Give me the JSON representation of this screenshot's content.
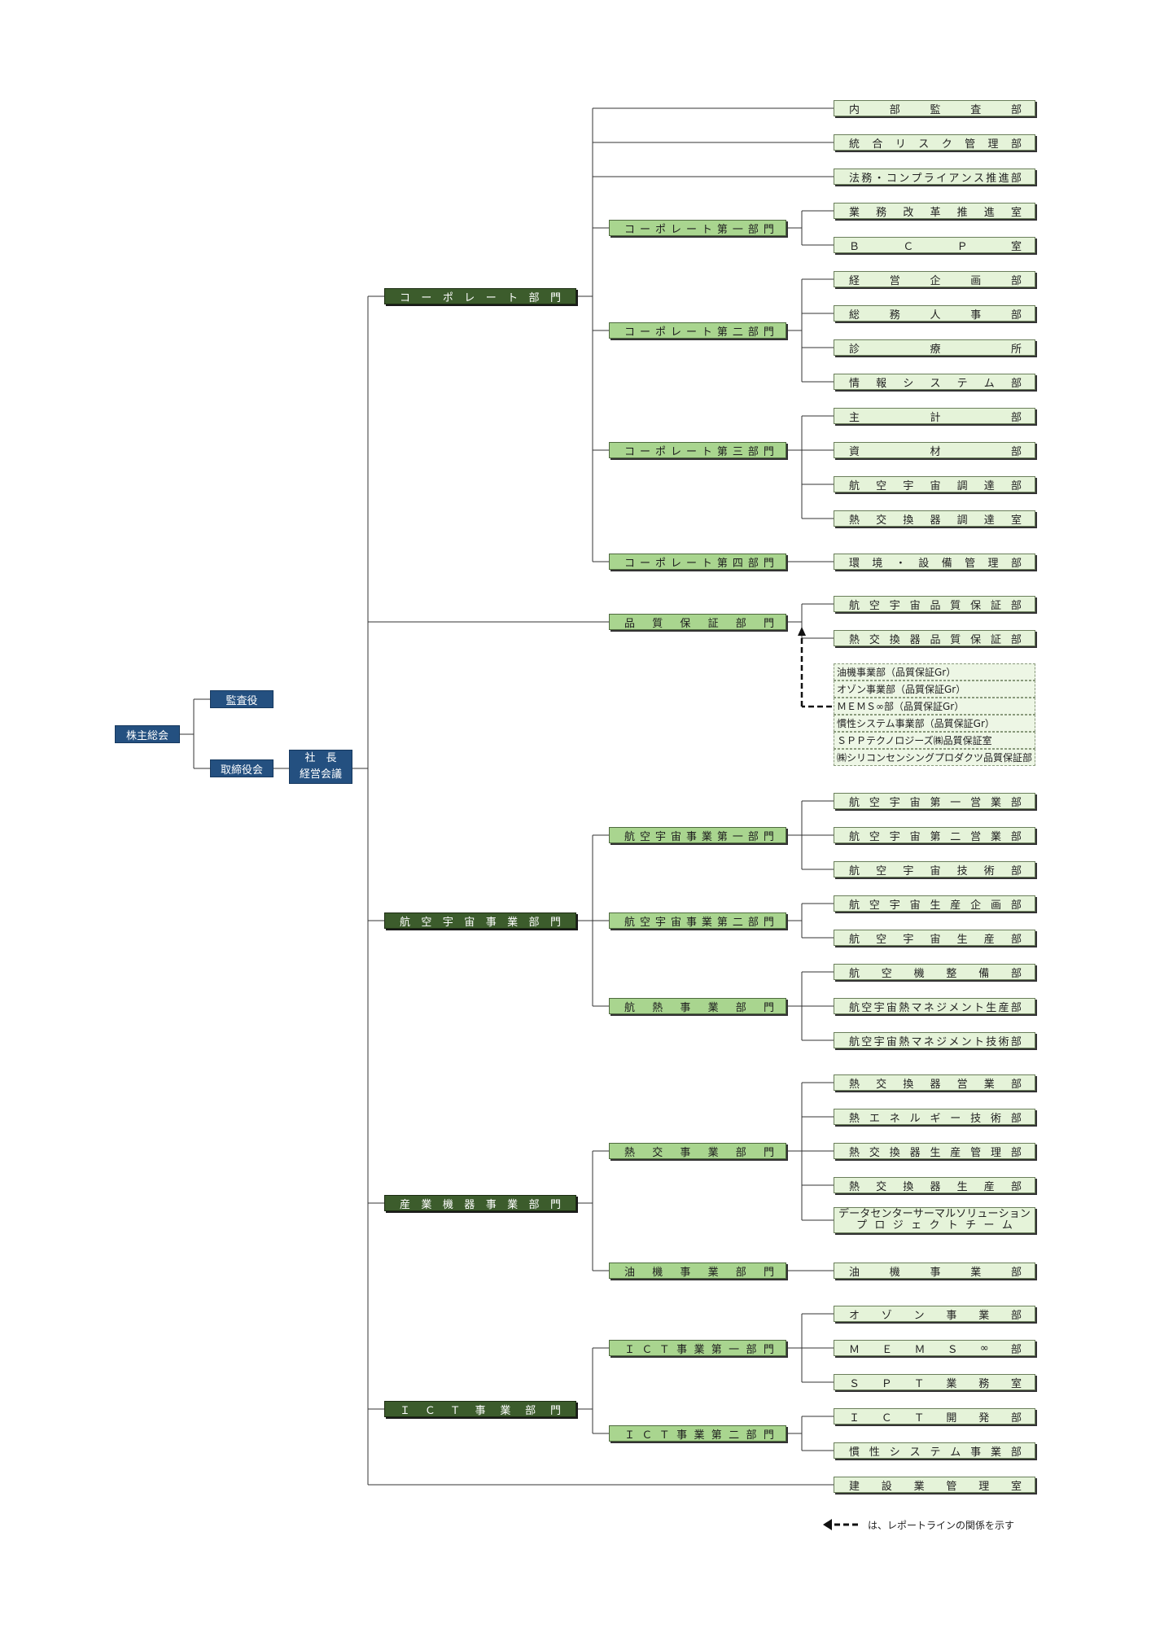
{
  "shareholders": "株主総会",
  "auditor": "監査役",
  "board": "取締役会",
  "president": {
    "line1": "社　長",
    "line2": "経営会議"
  },
  "divisions": {
    "corporate": "コーポレート部門",
    "qa": "品質保証部門",
    "aerospace": "航空宇宙事業部門",
    "industrial": "産業機器事業部門",
    "ict": "ＩＣＴ事業部門"
  },
  "groups": {
    "corp1": "コーポレート第一部門",
    "corp2": "コーポレート第二部門",
    "corp3": "コーポレート第三部門",
    "corp4": "コーポレート第四部門",
    "aero1": "航空宇宙事業第一部門",
    "aero2": "航空宇宙事業第二部門",
    "aeroheat": "航熱事業部門",
    "heatex": "熱交事業部門",
    "oil": "油機事業部門",
    "ict1": "ＩＣＴ事業第一部門",
    "ict2": "ＩＣＴ事業第二部門"
  },
  "departments": {
    "audit": "内部監査部",
    "risk": "統合リスク管理部",
    "legal": "法務・コンプライアンス推進部",
    "reform": "業務改革推進室",
    "bcp": "ＢＣＰ室",
    "planning": "経営企画部",
    "hr": "総務人事部",
    "clinic": "診療所",
    "it": "情報システム部",
    "accounting": "主計部",
    "materials": "資材部",
    "aeroproc": "航空宇宙調達部",
    "heatproc": "熱交換器調達室",
    "env": "環境・設備管理部",
    "aeroqa": "航空宇宙品質保証部",
    "heatqa": "熱交換器品質保証部",
    "aerosales1": "航空宇宙第一営業部",
    "aerosales2": "航空宇宙第二営業部",
    "aerotech": "航空宇宙技術部",
    "aeroprodplan": "航空宇宙生産企画部",
    "aeroprod": "航空宇宙生産部",
    "aircraftmaint": "航空機整備部",
    "thermalprod": "航空宇宙熱マネジメント生産部",
    "thermaltech": "航空宇宙熱マネジメント技術部",
    "heatsales": "熱交換器営業部",
    "energytech": "熱エネルギー技術部",
    "heatprodmgmt": "熱交換器生産管理部",
    "heatprod": "熱交換器生産部",
    "datacenter": {
      "line1": "データセンターサーマルソリューション",
      "line2": "プロジェクトチーム"
    },
    "oildept": "油機事業部",
    "ozone": "オゾン事業部",
    "mems": "ＭＥＭＳ∞部",
    "spt": "ＳＰＴ業務室",
    "ictdev": "ＩＣＴ開発部",
    "inertial": "慣性システム事業部",
    "construction": "建設業管理室"
  },
  "qa_reporting": [
    "油機事業部（品質保証Gr）",
    "オゾン事業部（品質保証Gr）",
    "ＭＥＭＳ∞部（品質保証Gr）",
    "慣性システム事業部（品質保証Gr）",
    "ＳＰＰテクノロジーズ㈱品質保証室",
    "㈱シリコンセンシングプロダクツ品質保証部"
  ],
  "legend": "は、レポートラインの関係を示す",
  "colors": {
    "top_box": "#245080",
    "division": "#3c5c2c",
    "group": "#a9d58f",
    "department": "#e5f3d9",
    "line": "#333333"
  }
}
